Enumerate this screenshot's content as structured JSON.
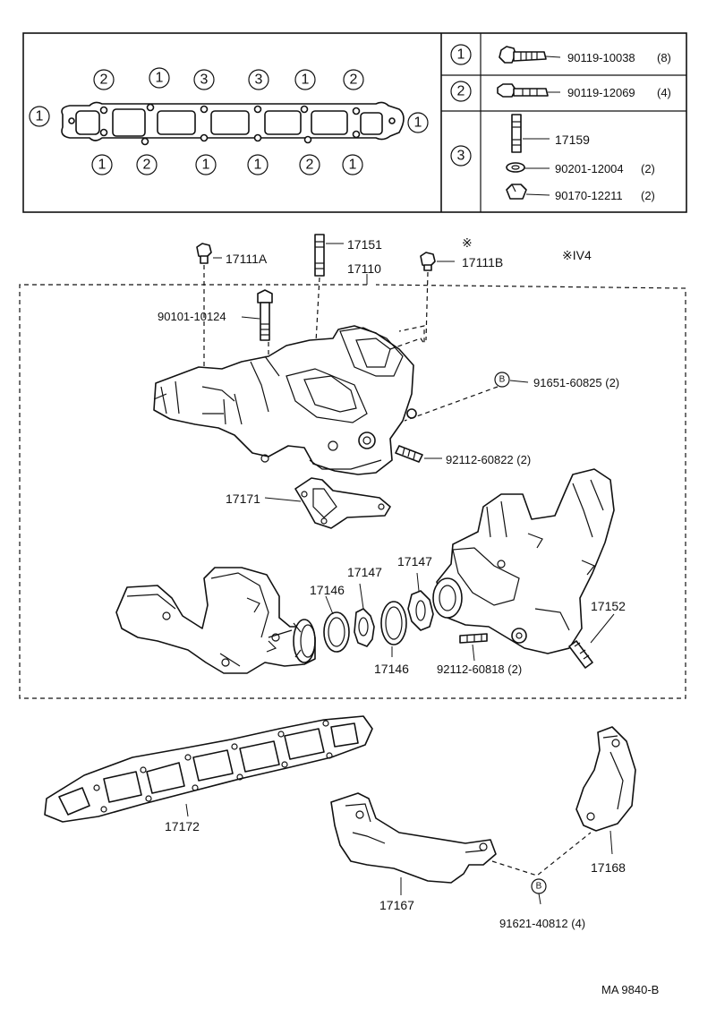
{
  "legend": {
    "rows": [
      {
        "key": "1",
        "parts": [
          {
            "number": "90119-10038",
            "qty": "(8)"
          }
        ]
      },
      {
        "key": "2",
        "parts": [
          {
            "number": "90119-12069",
            "qty": "(4)"
          }
        ]
      },
      {
        "key": "3",
        "parts": [
          {
            "number": "17159",
            "qty": ""
          },
          {
            "number": "90201-12004",
            "qty": "(2)"
          },
          {
            "number": "90170-12211",
            "qty": "(2)"
          }
        ]
      }
    ]
  },
  "gasket_pattern": {
    "top_keys": [
      "2",
      "1",
      "3",
      "3",
      "1",
      "2"
    ],
    "bottom_keys": [
      "1",
      "2",
      "1",
      "1",
      "2",
      "1"
    ],
    "left_key": "1",
    "right_key": "1"
  },
  "callouts": {
    "p17111a": "17111A",
    "p17151": "17151",
    "p17110": "17110",
    "p17111b": "17111B",
    "asterisk": "※",
    "engine_note": "※IV4",
    "p90101": "90101-10124",
    "p91651": "91651-60825 (2)",
    "p92112a": "92112-60822 (2)",
    "p17171": "17171",
    "p17146a": "17146",
    "p17147a": "17147",
    "p17147b": "17147",
    "p17152": "17152",
    "p17146b": "17146",
    "p92112b": "92112-60818 (2)",
    "p17172": "17172",
    "p17168": "17168",
    "p17167": "17167",
    "p91621": "91621-40812 (4)",
    "b_marker": "B",
    "figure_code": "MA  9840-B"
  }
}
